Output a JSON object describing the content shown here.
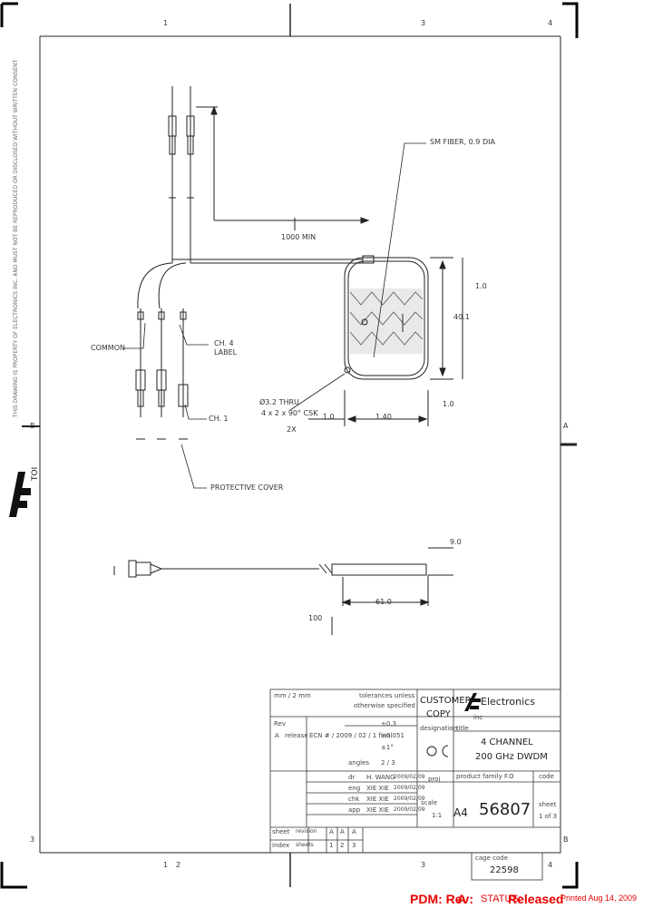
{
  "zones": {
    "top": [
      "1",
      "3",
      "4"
    ],
    "bottom": [
      "1",
      "2",
      "3",
      "4"
    ],
    "right": [
      "A",
      "B"
    ],
    "left": [
      "B",
      "3"
    ]
  },
  "drawing": {
    "fiber_label": "SM FIBER, 0.9 DIA",
    "min_label": "1000 MIN",
    "common_label": "COMMON",
    "channel_label": "CH. 4 LABEL",
    "connector_label": "CH. 1",
    "protective_cover_label": "PROTECTIVE COVER",
    "hole_label_1": "Ø3.2 THRU",
    "hole_label_2": "4 x 2 x 90° CSK",
    "hole_label_3": "2X",
    "dim_left": "1.0",
    "dim_mid": "1.40",
    "dim_right": "1.0",
    "dim_h1": "1.0",
    "dim_h2": "40.1",
    "dim_side": "9.0",
    "dim_length": "61.0",
    "dim_overall": "100"
  },
  "title_block": {
    "material_note": "mm / 2 mm",
    "tolerance_line1": "tolerances unless",
    "tolerance_line2": "otherwise specified",
    "customer": "CUSTOMER",
    "copy": "COPY",
    "company": "Electronics",
    "company_sub": "inc",
    "rev_header": "Rev",
    "rev_value": "A",
    "rev_desc": "release",
    "ecn": "ECN # / 2009 / 02 / 1 final",
    "tol_values": [
      "±0.3",
      "±0.051",
      "±1°"
    ],
    "angles_label": "angles",
    "angles_value": "2 / 3",
    "designation_label": "designation",
    "title_label": "title",
    "title_line1": "4 CHANNEL",
    "title_line2": "200 GHz DWDM",
    "roles": [
      "dr",
      "eng",
      "chk",
      "app"
    ],
    "role_names": [
      "H. WANG",
      "XIE XIE",
      "XIE XIE",
      "XIE XIE"
    ],
    "role_dates": [
      "2009/02/09",
      "2009/02/09",
      "2009/02/09",
      "2009/02/09"
    ],
    "scale_label": "scale",
    "scale_value": "1:1",
    "proj_label": "proj",
    "size_label": "A4",
    "drawing_number": "56807",
    "sheet_label": "sheet",
    "sheet_value": "1 of 3",
    "part_family_label": "product family",
    "part_family_value": "F.O",
    "code_label": "code",
    "sheet_row": "sheet",
    "revision_row": "revision",
    "index_row": "index",
    "sheets_row": "sheets",
    "sheet_nums": [
      "1",
      "2",
      "3"
    ],
    "rev_nums": [
      "A",
      "A",
      "A"
    ],
    "cage_label": "cage code",
    "cage_value": "22598"
  },
  "footer": {
    "pdm_label": "PDM: Rev:",
    "pdm_rev": "A",
    "status_label": "STATUS:",
    "status_value": "Released",
    "printed": "Printed Aug 14, 2009"
  },
  "sidebar": {
    "vertical_text": "THIS DRAWING IS PROPERTY OF ELECTRONICS INC. AND MUST NOT BE REPRODUCED OR DISCLOSED WITHOUT WRITTEN CONSENT",
    "logo_letters": "TOI"
  }
}
